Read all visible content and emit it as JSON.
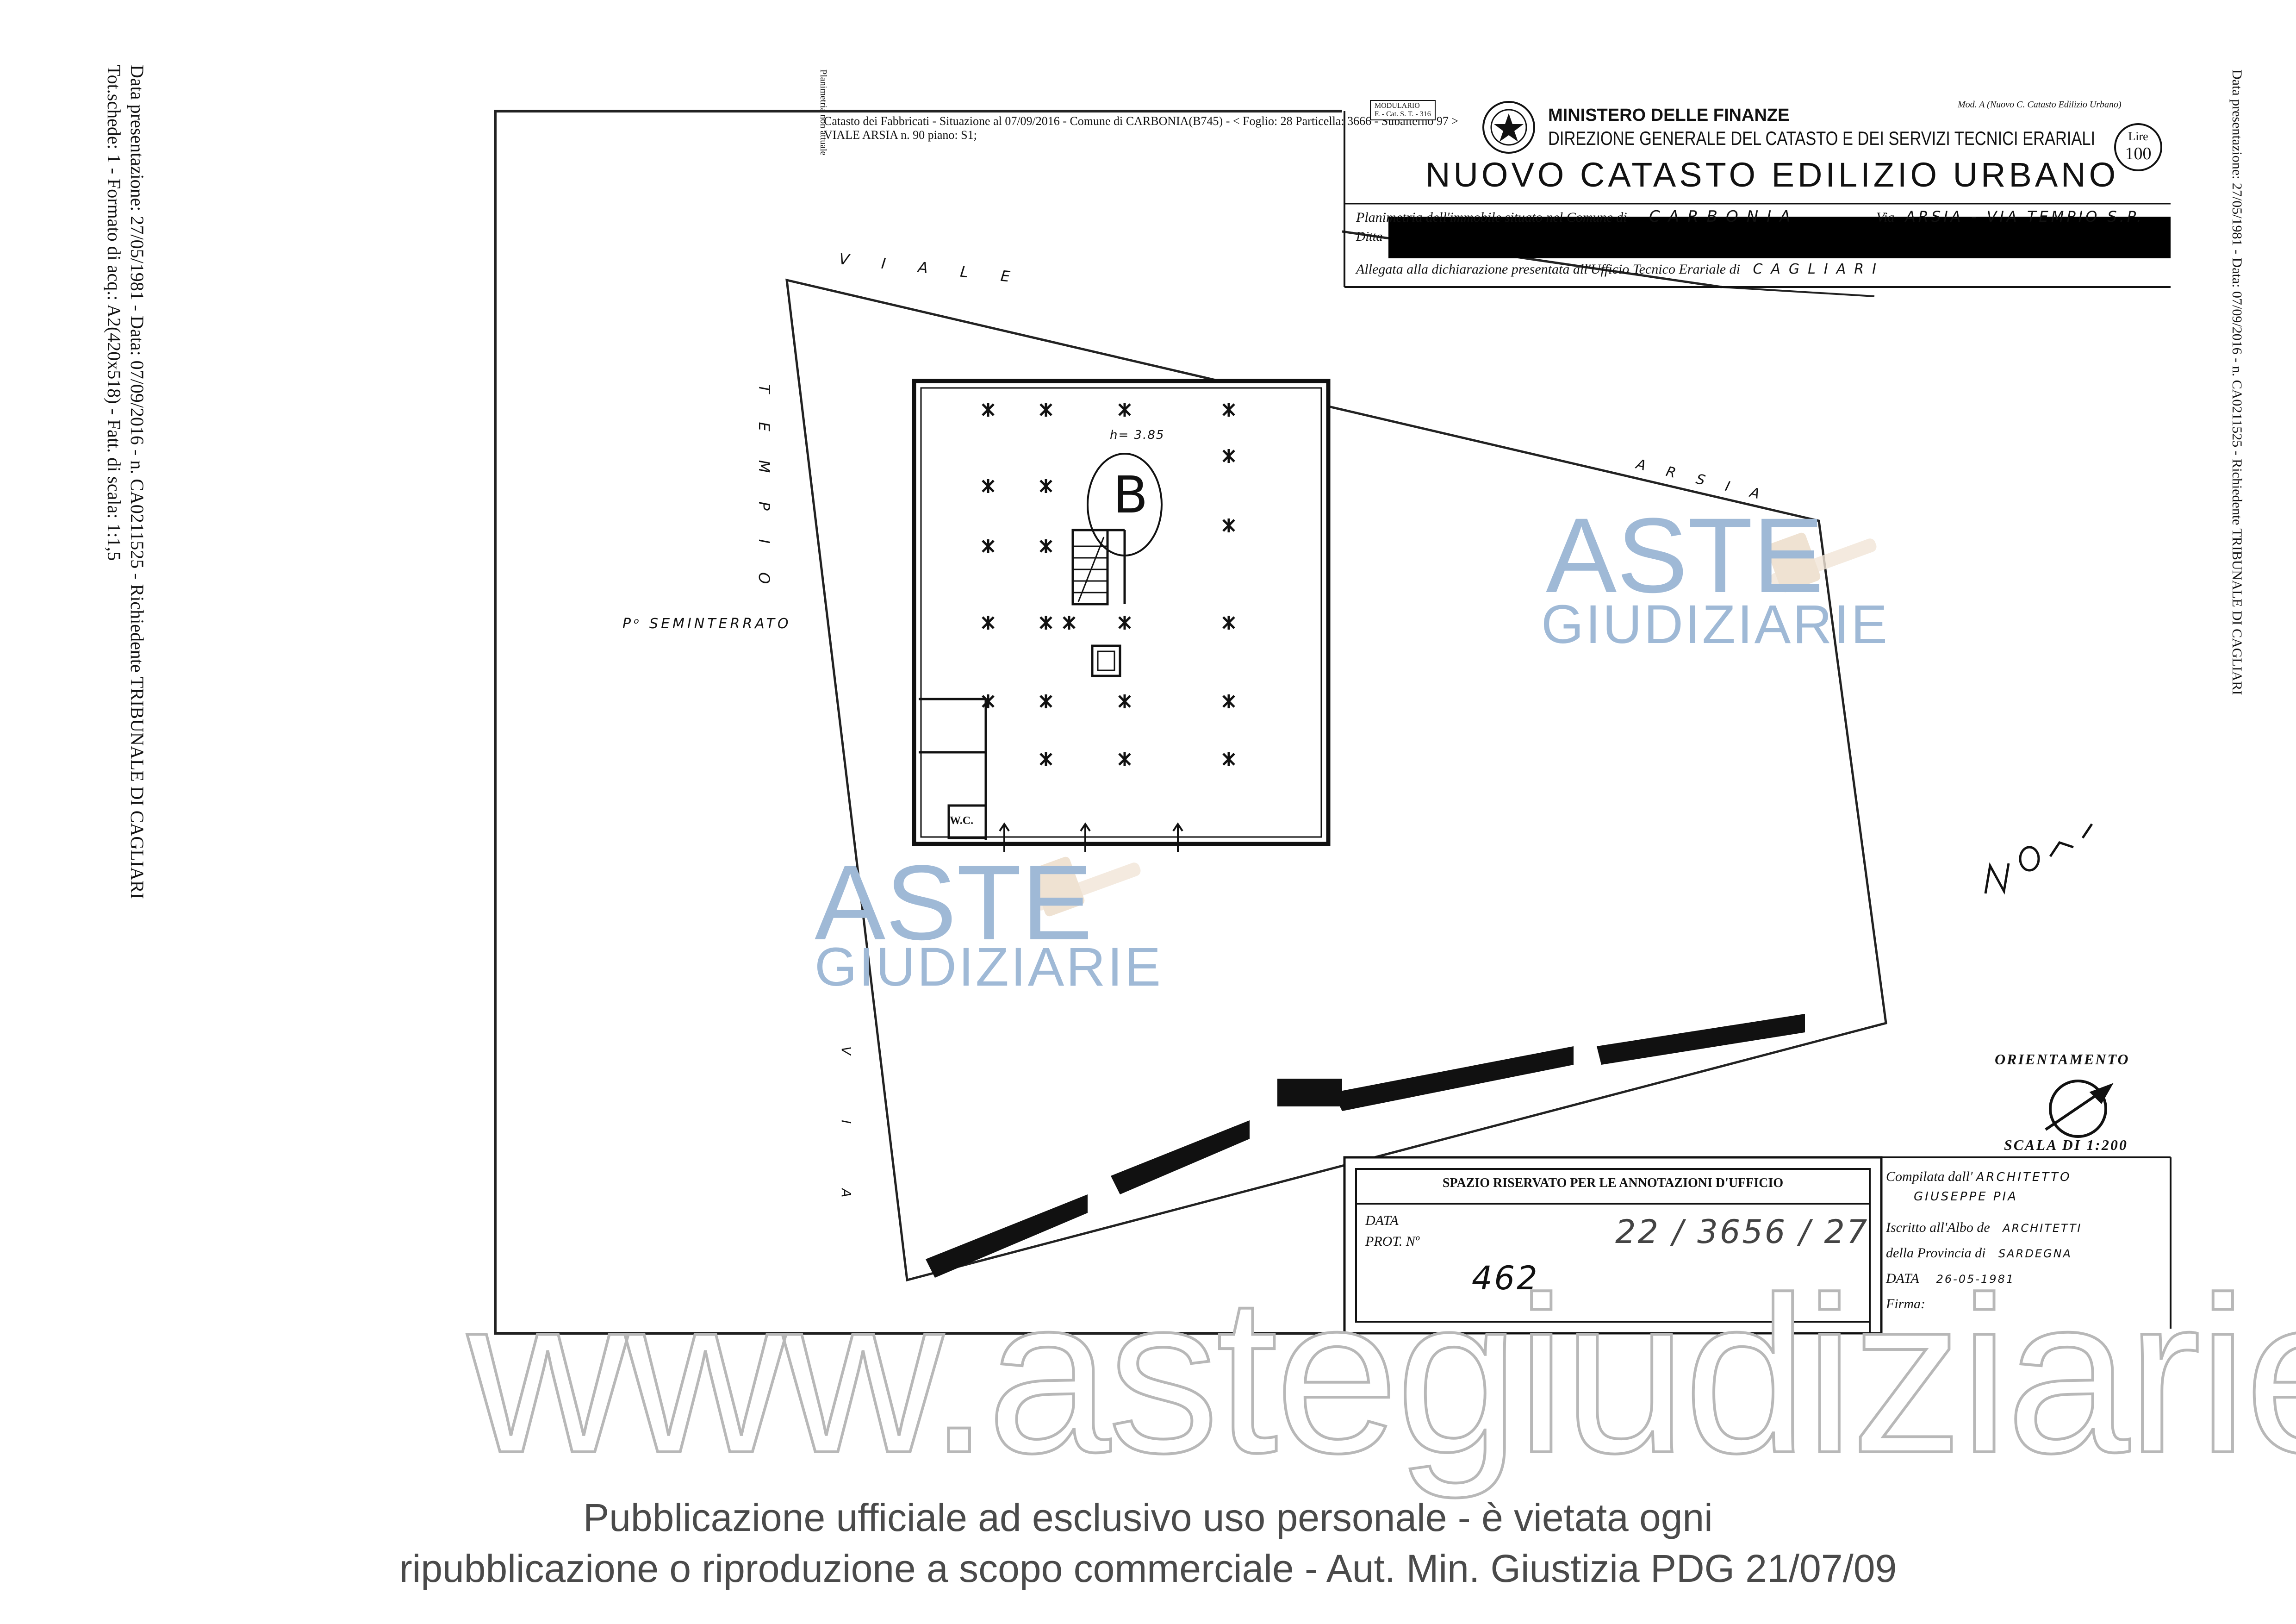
{
  "left_margin": {
    "line1": "Data presentazione: 27/05/1981 - Data: 07/09/2016 - n. CA0211525 - Richiedente TRIBUNALE DI CAGLIARI",
    "line2": "Tot.schede: 1 - Formato di acq.: A2(420x518) - Fatt. di scala: 1:1,5"
  },
  "right_margin": {
    "line1": "Data presentazione: 27/05/1981 - Data: 07/09/2016 - n. CA0211525 - Richiedente TRIBUNALE DI CAGLIARI"
  },
  "planimetria_note": "Planimetria non attuale",
  "catasto_header": {
    "line1": "Catasto dei Fabbricati - Situazione al 07/09/2016 - Comune di CARBONIA(B745) - < Foglio: 28 Particella: 3666 - Subalterno 97 >",
    "line2": "VIALE ARSIA n. 90 piano: S1;"
  },
  "modulario": {
    "line1": "MODULARIO",
    "line2": "F. - Cat. S. T. - 316"
  },
  "mod_ref": "Mod. A (Nuovo C. Catasto Edilizio Urbano)",
  "ministero": "MINISTERO DELLE FINANZE",
  "direzione": "DIREZIONE GENERALE DEL CATASTO E DEI SERVIZI TECNICI ERARIALI",
  "nuovo_catasto": "NUOVO CATASTO EDILIZIO URBANO",
  "lire_stamp": {
    "label": "Lire",
    "value": "100"
  },
  "planimetria_line": {
    "label": "Planimetria dell'immobile situato nel Comune di",
    "comune": "CARBONIA",
    "via_label": "Via",
    "via": "ARSIA - VIA TEMPIO S.P."
  },
  "ditta_label": "Ditta",
  "allegata": {
    "label": "Allegata alla dichiarazione presentata all'Ufficio Tecnico Erariale di",
    "value": "CAGLIARI"
  },
  "street_labels": {
    "viale": "VIALE",
    "tempio": "TEMPIO",
    "arsia": "ARSIA",
    "via": "VIA"
  },
  "floor_label": "Pᵒ SEMINTERRATO",
  "height_label": "h= 3.85",
  "unit_letter": "B",
  "wc_label": "W.C.",
  "north_label": "NORD",
  "orientamento": "ORIENTAMENTO",
  "scala": "SCALA DI 1:200",
  "ufficio": {
    "title": "SPAZIO RISERVATO PER LE ANNOTAZIONI D'UFFICIO",
    "data_label": "DATA",
    "prot_label": "PROT. Nº",
    "prot_number": "462",
    "hand_number": "22 / 3656 / 27"
  },
  "compilata": {
    "label": "Compilata dall'",
    "title": "ARCHITETTO",
    "name": "GIUSEPPE PIA",
    "iscritto_label": "Iscritto all'Albo de",
    "iscritto_value": "ARCHITETTI",
    "provincia_label": "della Provincia di",
    "provincia_value": "SARDEGNA",
    "data_label": "DATA",
    "data_value": "26-05-1981",
    "firma_label": "Firma:"
  },
  "watermarks": {
    "aste": "ASTE",
    "giudiziarie": "GIUDIZIARIE",
    "url": "www.astegiudiziarie.it"
  },
  "footer": {
    "line1": "Pubblicazione ufficiale ad esclusivo uso personale - è vietata ogni",
    "line2": "ripubblicazione o riproduzione a scopo commerciale - Aut. Min. Giustizia PDG 21/07/09"
  }
}
